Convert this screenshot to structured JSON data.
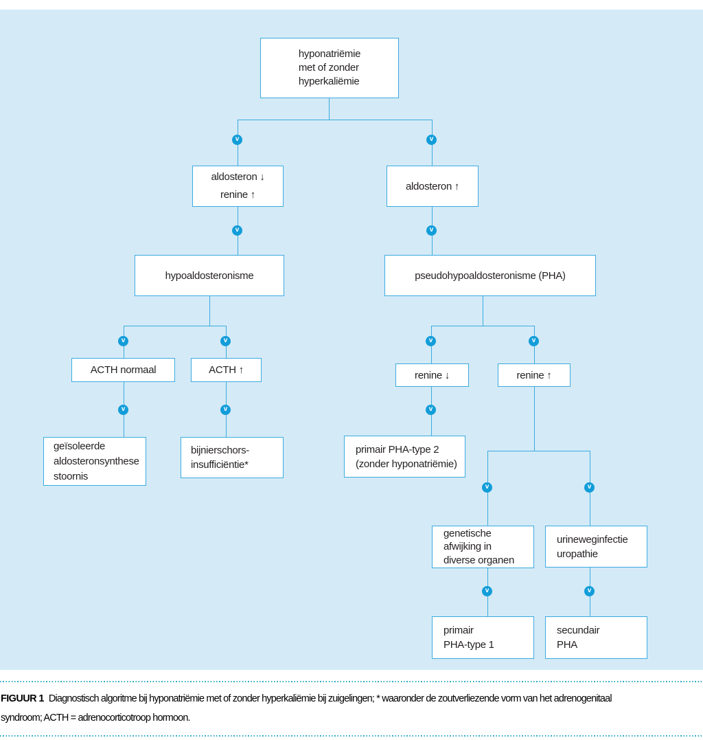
{
  "colors": {
    "panel_bg": "#d4eaf7",
    "line": "#3aabdf",
    "box_border": "#3aabdf",
    "box_bg": "#ffffff",
    "circle": "#129dd9",
    "text": "#231f20",
    "rule": "#2aa8c4"
  },
  "icons": {
    "chevron_glyph": "v"
  },
  "nodes": {
    "root": {
      "lines": [
        "hyponatriëmie",
        "met of zonder",
        "hyperkaliëmie"
      ]
    },
    "aldosteron_low": {
      "lines": [
        "aldosteron ↓",
        "renine ↑"
      ]
    },
    "aldosteron_high": {
      "label": "aldosteron ↑"
    },
    "hypoaldosteronisme": {
      "label": "hypoaldosteronisme"
    },
    "pha": {
      "label": "pseudohypoaldosteronisme (PHA)"
    },
    "acth_normaal": {
      "label": "ACTH normaal"
    },
    "acth_high": {
      "label": "ACTH ↑"
    },
    "renine_low": {
      "label": "renine ↓"
    },
    "renine_high": {
      "label": "renine ↑"
    },
    "geisoleerde": {
      "lines": [
        "geïsoleerde",
        "aldosteronsynthese",
        "stoornis"
      ]
    },
    "bijnierschors": {
      "lines": [
        "bijnierschors-",
        "insufficiëntie*"
      ]
    },
    "pha_type2": {
      "lines": [
        "primair PHA-type 2",
        "(zonder hyponatriëmie)"
      ]
    },
    "genetische": {
      "lines": [
        "genetische",
        "afwijking in",
        "diverse organen"
      ]
    },
    "urineweg": {
      "lines": [
        "urineweginfectie",
        "uropathie"
      ]
    },
    "pha_type1": {
      "lines": [
        "primair",
        "PHA-type 1"
      ]
    },
    "secundair": {
      "lines": [
        "secundair",
        "PHA"
      ]
    }
  },
  "caption": {
    "label": "FIGUUR 1",
    "line1": "Diagnostisch algoritme bij hyponatriëmie met of zonder hyperkaliëmie bij zuigelingen; * waaronder de zoutverliezende vorm van het adrenogenitaal",
    "line2": "syndroom; ACTH = adrenocorticotroop hormoon."
  }
}
